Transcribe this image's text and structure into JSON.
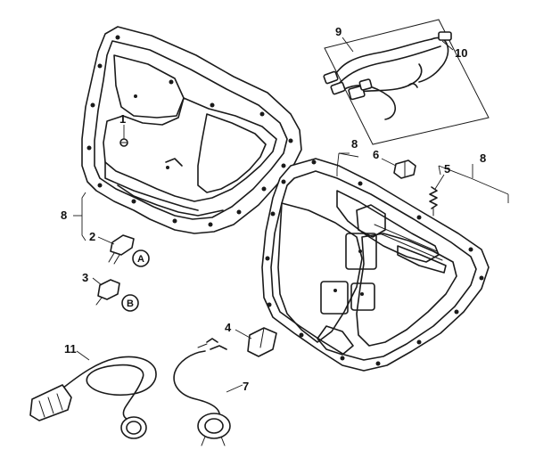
{
  "callouts": {
    "c1": "1",
    "c2": "2",
    "c3": "3",
    "c4": "4",
    "c5": "5",
    "c6": "6",
    "c7": "7",
    "c8_left": "8",
    "c8_top": "8",
    "c8_right": "8",
    "c9": "9",
    "c10": "10",
    "c11": "11"
  },
  "badges": {
    "a": "A",
    "b": "B"
  },
  "colors": {
    "line": "#1a1a1a",
    "background": "#ffffff"
  }
}
